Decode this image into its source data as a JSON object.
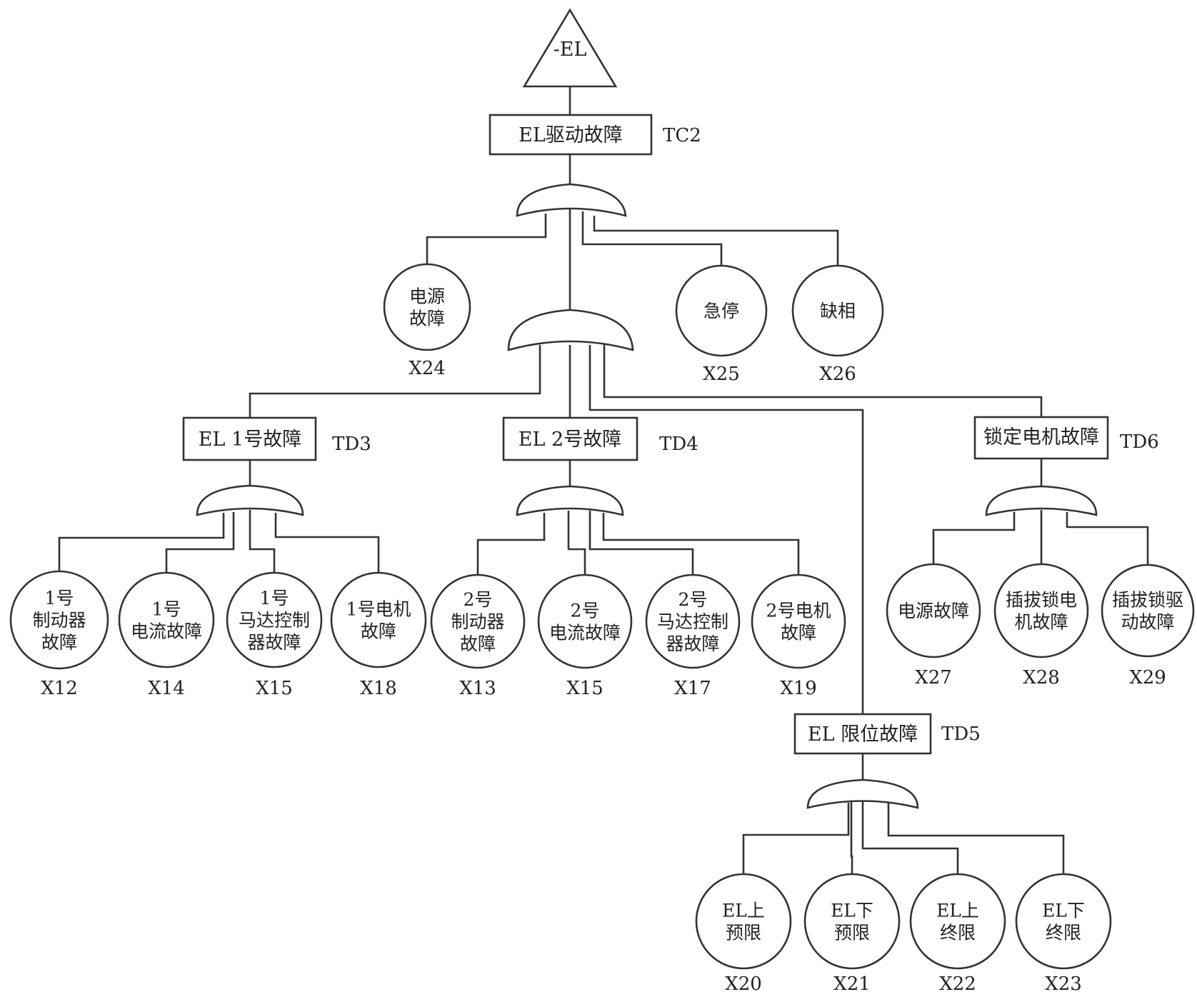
{
  "top_event": {
    "label": "-EL"
  },
  "events": {
    "tc2": {
      "label": "EL驱动故障",
      "code": "TC2"
    },
    "td3": {
      "label": "EL 1号故障",
      "code": "TD3"
    },
    "td4": {
      "label": "EL 2号故障",
      "code": "TD4"
    },
    "td5": {
      "label": "EL 限位故障",
      "code": "TD5"
    },
    "td6": {
      "label": "锁定电机故障",
      "code": "TD6"
    }
  },
  "basic_events": {
    "x24": {
      "lines": [
        "电源",
        "故障"
      ],
      "code": "X24"
    },
    "x25": {
      "lines": [
        "急停"
      ],
      "code": "X25"
    },
    "x26": {
      "lines": [
        "缺相"
      ],
      "code": "X26"
    },
    "x12": {
      "lines": [
        "1号",
        "制动器",
        "故障"
      ],
      "code": "X12"
    },
    "x14": {
      "lines": [
        "1号",
        "电流故障"
      ],
      "code": "X14"
    },
    "x15a": {
      "lines": [
        "1号",
        "马达控制",
        "器故障"
      ],
      "code": "X15"
    },
    "x18": {
      "lines": [
        "1号电机",
        "故障"
      ],
      "code": "X18"
    },
    "x13": {
      "lines": [
        "2号",
        "制动器",
        "故障"
      ],
      "code": "X13"
    },
    "x15b": {
      "lines": [
        "2号",
        "电流故障"
      ],
      "code": "X15"
    },
    "x17": {
      "lines": [
        "2号",
        "马达控制",
        "器故障"
      ],
      "code": "X17"
    },
    "x19": {
      "lines": [
        "2号电机",
        "故障"
      ],
      "code": "X19"
    },
    "x27": {
      "lines": [
        "电源故障"
      ],
      "code": "X27"
    },
    "x28": {
      "lines": [
        "插拔锁电",
        "机故障"
      ],
      "code": "X28"
    },
    "x29": {
      "lines": [
        "插拔锁驱",
        "动故障"
      ],
      "code": "X29"
    },
    "x20": {
      "lines": [
        "EL上",
        "预限"
      ],
      "code": "X20"
    },
    "x21": {
      "lines": [
        "EL下",
        "预限"
      ],
      "code": "X21"
    },
    "x22": {
      "lines": [
        "EL上",
        "终限"
      ],
      "code": "X22"
    },
    "x23": {
      "lines": [
        "EL下",
        "终限"
      ],
      "code": "X23"
    }
  },
  "colors": {
    "line": "#333333",
    "text": "#222222",
    "background": "#ffffff"
  }
}
